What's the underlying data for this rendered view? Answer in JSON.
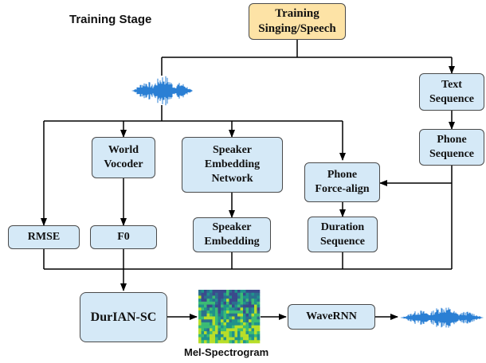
{
  "stage_label": "Training Stage",
  "nodes": {
    "training_data": "Training\nSinging/Speech",
    "text_sequence": "Text\nSequence",
    "phone_sequence": "Phone\nSequence",
    "world_vocoder": "World\nVocoder",
    "speaker_embedding_network": "Speaker\nEmbedding\nNetwork",
    "phone_force_align": "Phone\nForce-align",
    "rmse": "RMSE",
    "f0": "F0",
    "speaker_embedding": "Speaker\nEmbedding",
    "duration_sequence": "Duration\nSequence",
    "durian_sc": "DurIAN-SC",
    "wavernn": "WaveRNN"
  },
  "mel_label": "Mel-Spectrogram",
  "colors": {
    "process_box": "#d5e9f7",
    "title_box": "#fde3a6",
    "waveform": "#2a7fd4"
  },
  "icons": {
    "input_waveform": "waveform-icon",
    "spectrogram": "spectrogram-image",
    "output_waveform": "waveform-icon"
  }
}
